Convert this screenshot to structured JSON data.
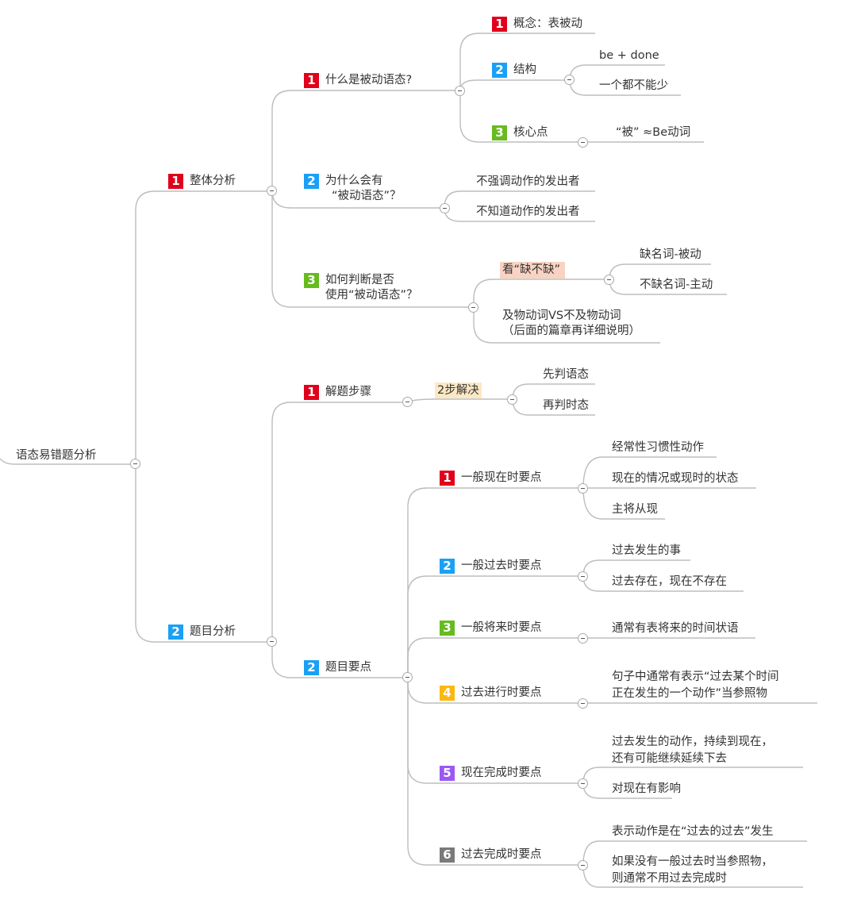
{
  "colors": {
    "line": "#bdbdbd",
    "badge_1": "#e0001b",
    "badge_2": "#1aa0f5",
    "badge_3": "#66bb1f",
    "badge_4": "#fbb810",
    "badge_5": "#9b59f2",
    "badge_6": "#7a7a7a",
    "highlight_orange": "#f8d3c3",
    "highlight_yellow": "#fce8c4"
  },
  "root": {
    "label": "语态易错题分析"
  },
  "branches": [
    {
      "badge": "1",
      "label": "整体分析",
      "children": [
        {
          "badge": "1",
          "label": "什么是被动语态?",
          "children": [
            {
              "badge": "1",
              "label": "概念：表被动"
            },
            {
              "badge": "2",
              "label": "结构",
              "children": [
                {
                  "label": "be + done"
                },
                {
                  "label": "一个都不能少"
                }
              ]
            },
            {
              "badge": "3",
              "label": "核心点",
              "children": [
                {
                  "label": "“被” ≈Be动词"
                }
              ]
            }
          ]
        },
        {
          "badge": "2",
          "label_line1": "为什么会有",
          "label_line2": "“被动语态”？",
          "children": [
            {
              "label": "不强调动作的发出者"
            },
            {
              "label": "不知道动作的发出者"
            }
          ]
        },
        {
          "badge": "3",
          "label_line1": "如何判断是否",
          "label_line2": "使用“被动语态”？",
          "children": [
            {
              "label": "看“缺不缺”",
              "children": [
                {
                  "label": "缺名词-被动"
                },
                {
                  "label": "不缺名词-主动"
                }
              ]
            },
            {
              "label_line1": "及物动词VS不及物动词",
              "label_line2": "（后面的篇章再详细说明）"
            }
          ]
        }
      ]
    },
    {
      "badge": "2",
      "label": "题目分析",
      "children": [
        {
          "badge": "1",
          "label": "解题步骤",
          "children": [
            {
              "label": "2步解决",
              "children": [
                {
                  "label": "先判语态"
                },
                {
                  "label": "再判时态"
                }
              ]
            }
          ]
        },
        {
          "badge": "2",
          "label": "题目要点",
          "children": [
            {
              "badge": "1",
              "label": "一般现在时要点",
              "children": [
                {
                  "label": "经常性习惯性动作"
                },
                {
                  "label": "现在的情况或现时的状态"
                },
                {
                  "label": "主将从现"
                }
              ]
            },
            {
              "badge": "2",
              "label": "一般过去时要点",
              "children": [
                {
                  "label": "过去发生的事"
                },
                {
                  "label": "过去存在，现在不存在"
                }
              ]
            },
            {
              "badge": "3",
              "label": "一般将来时要点",
              "children": [
                {
                  "label": "通常有表将来的时间状语"
                }
              ]
            },
            {
              "badge": "4",
              "label": "过去进行时要点",
              "children": [
                {
                  "label_line1": "句子中通常有表示“过去某个时间",
                  "label_line2": "正在发生的一个动作”当参照物"
                }
              ]
            },
            {
              "badge": "5",
              "label": "现在完成时要点",
              "children": [
                {
                  "label_line1": "过去发生的动作，持续到现在，",
                  "label_line2": "还有可能继续延续下去"
                },
                {
                  "label": "对现在有影响"
                }
              ]
            },
            {
              "badge": "6",
              "label": "过去完成时要点",
              "children": [
                {
                  "label": "表示动作是在“过去的过去”发生"
                },
                {
                  "label_line1": "如果没有一般过去时当参照物，",
                  "label_line2": "则通常不用过去完成时"
                }
              ]
            }
          ]
        }
      ]
    }
  ]
}
